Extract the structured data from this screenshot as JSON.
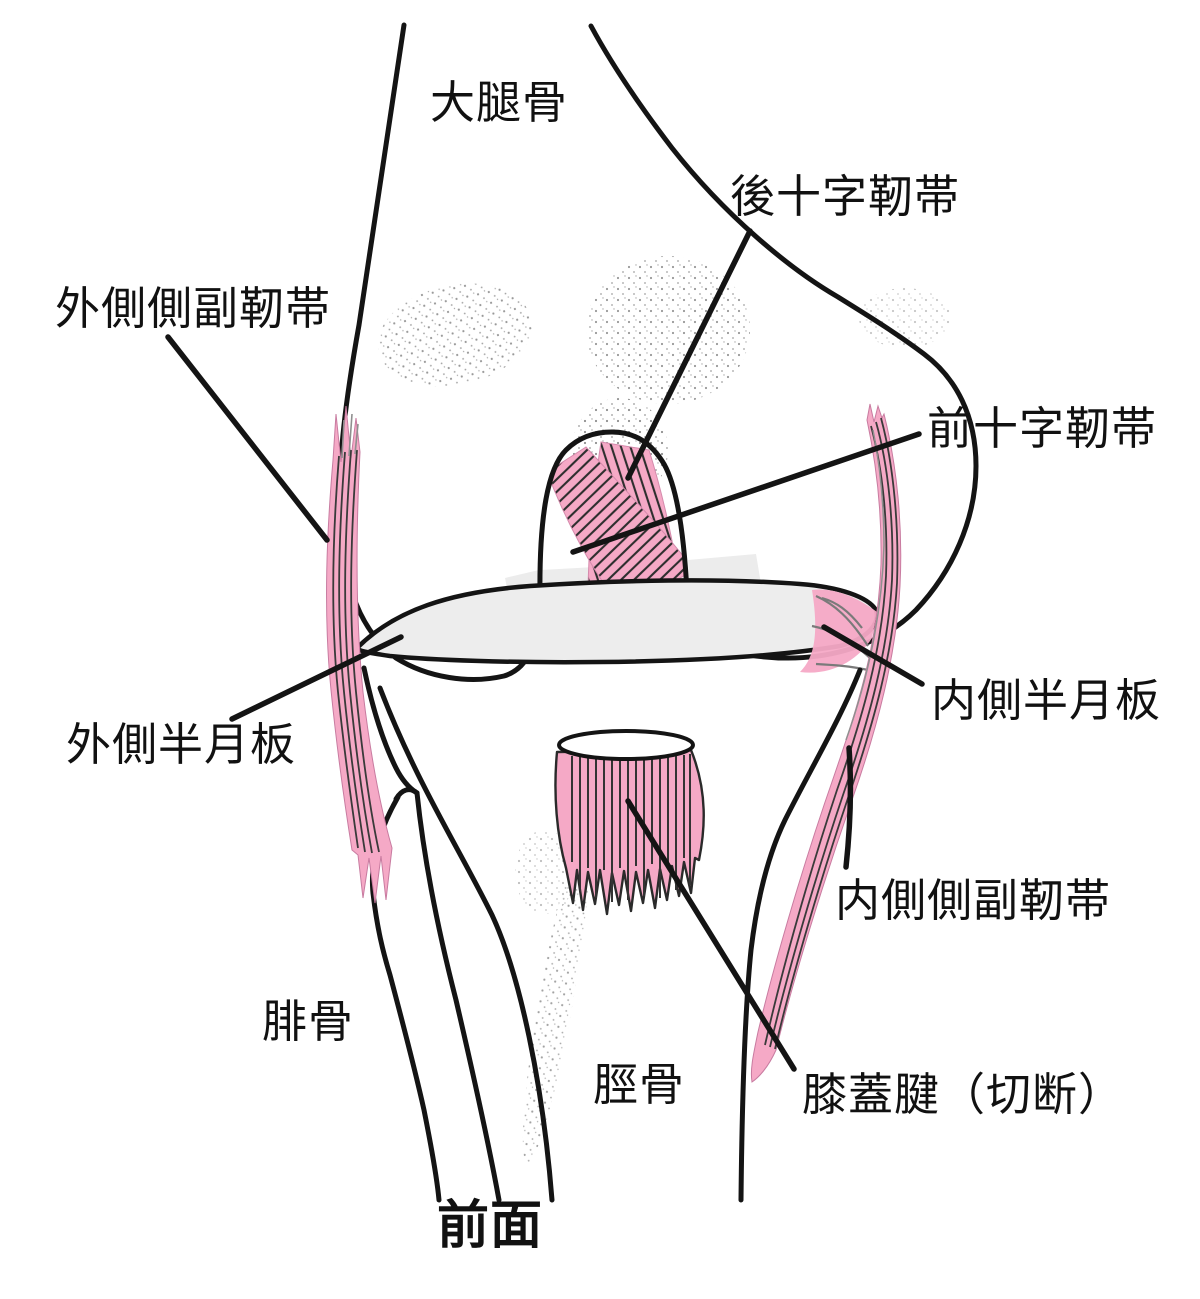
{
  "figure": {
    "type": "anatomical-diagram",
    "subject": "knee joint, anterior view",
    "view_caption": "前面",
    "labels": {
      "femur": "大腿骨",
      "pcl": "後十字靭帯",
      "lcl": "外側側副靭帯",
      "acl": "前十字靭帯",
      "medial_meniscus": "内側半月板",
      "lateral_meniscus": "外側半月板",
      "mcl": "内側側副靭帯",
      "fibula": "腓骨",
      "tibia": "脛骨",
      "patellar_tendon": "膝蓋腱（切断）"
    },
    "colors": {
      "ligament_pink": "#F5A9C6",
      "stripe_dark": "#2e2e2e",
      "bone_fill": "#ffffff",
      "meniscus_gray": "#ededed",
      "outline_black": "#141414"
    }
  }
}
